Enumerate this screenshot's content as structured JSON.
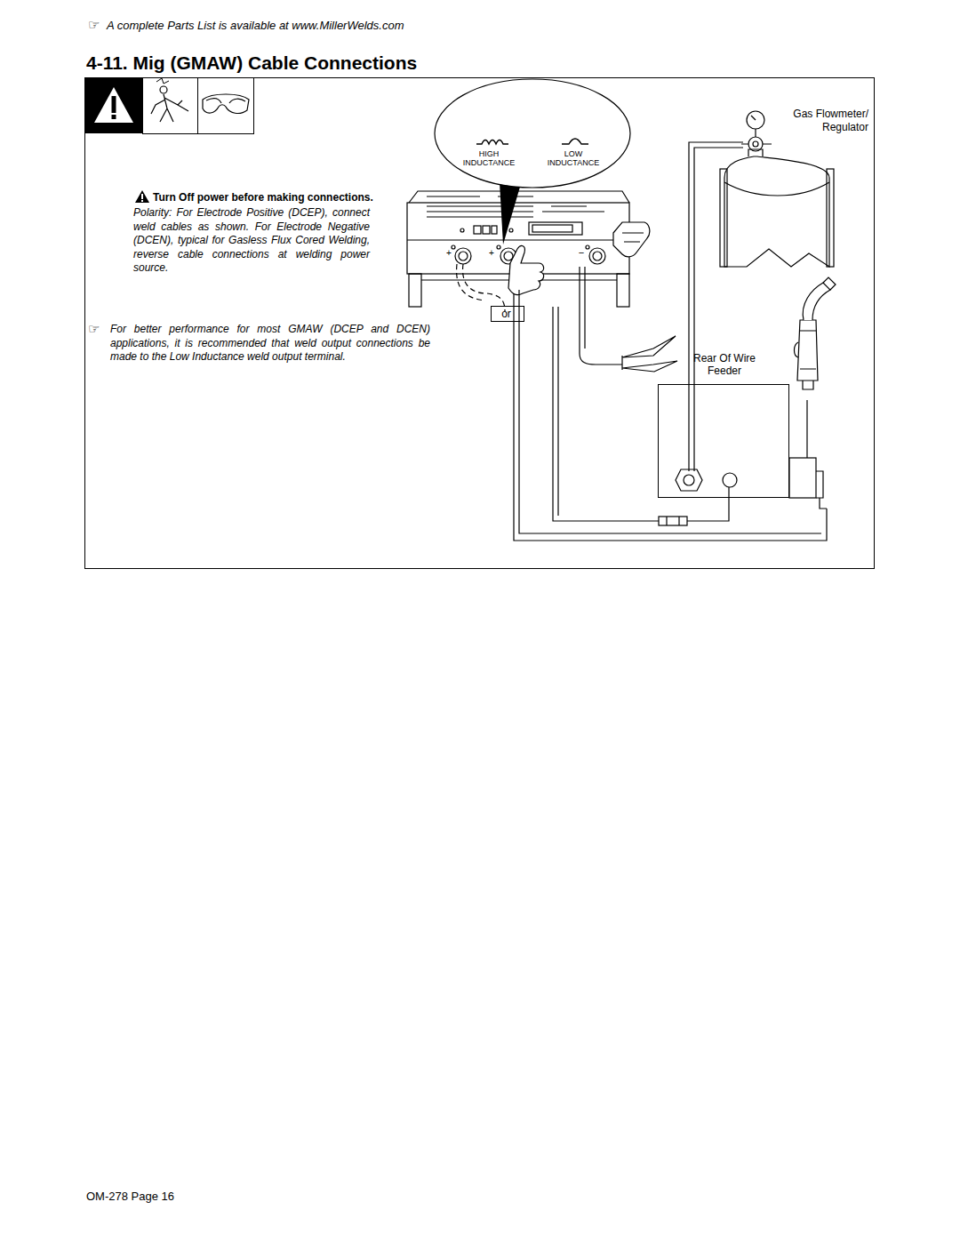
{
  "diagram": {
    "title": "4-11. Mig (GMAW) Cable Connections",
    "nodes": [
      {
        "text": [
          "HIGH INDUCTANCE",
          "LOW INDUCTANCE"
        ]
      },
      {
        "text": [
          "or"
        ]
      },
      {
        "text": [
          "Rear Of Wire Feeder"
        ]
      }
    ],
    "labels": [
      "☞",
      "A complete Parts List is available at www.MillerWelds.com",
      "Turn Off power before making connections.",
      "Polarity: For Electrode Positive (DCEP), connect weld cables as shown. For Electrode Negative (DCEN), typical for Gasless Flux Cored Welding, reverse cable connections at welding power source.",
      "☞",
      "For better performance for most GMAW (DCEP and DCEN) applications, it is recommended that weld output connections be made to the Low Inductance weld output terminal.",
      "Gas Flowmeter/ Regulator",
      "+",
      "+",
      "+",
      "+",
      "−",
      "OM-278 Page 16"
    ]
  }
}
